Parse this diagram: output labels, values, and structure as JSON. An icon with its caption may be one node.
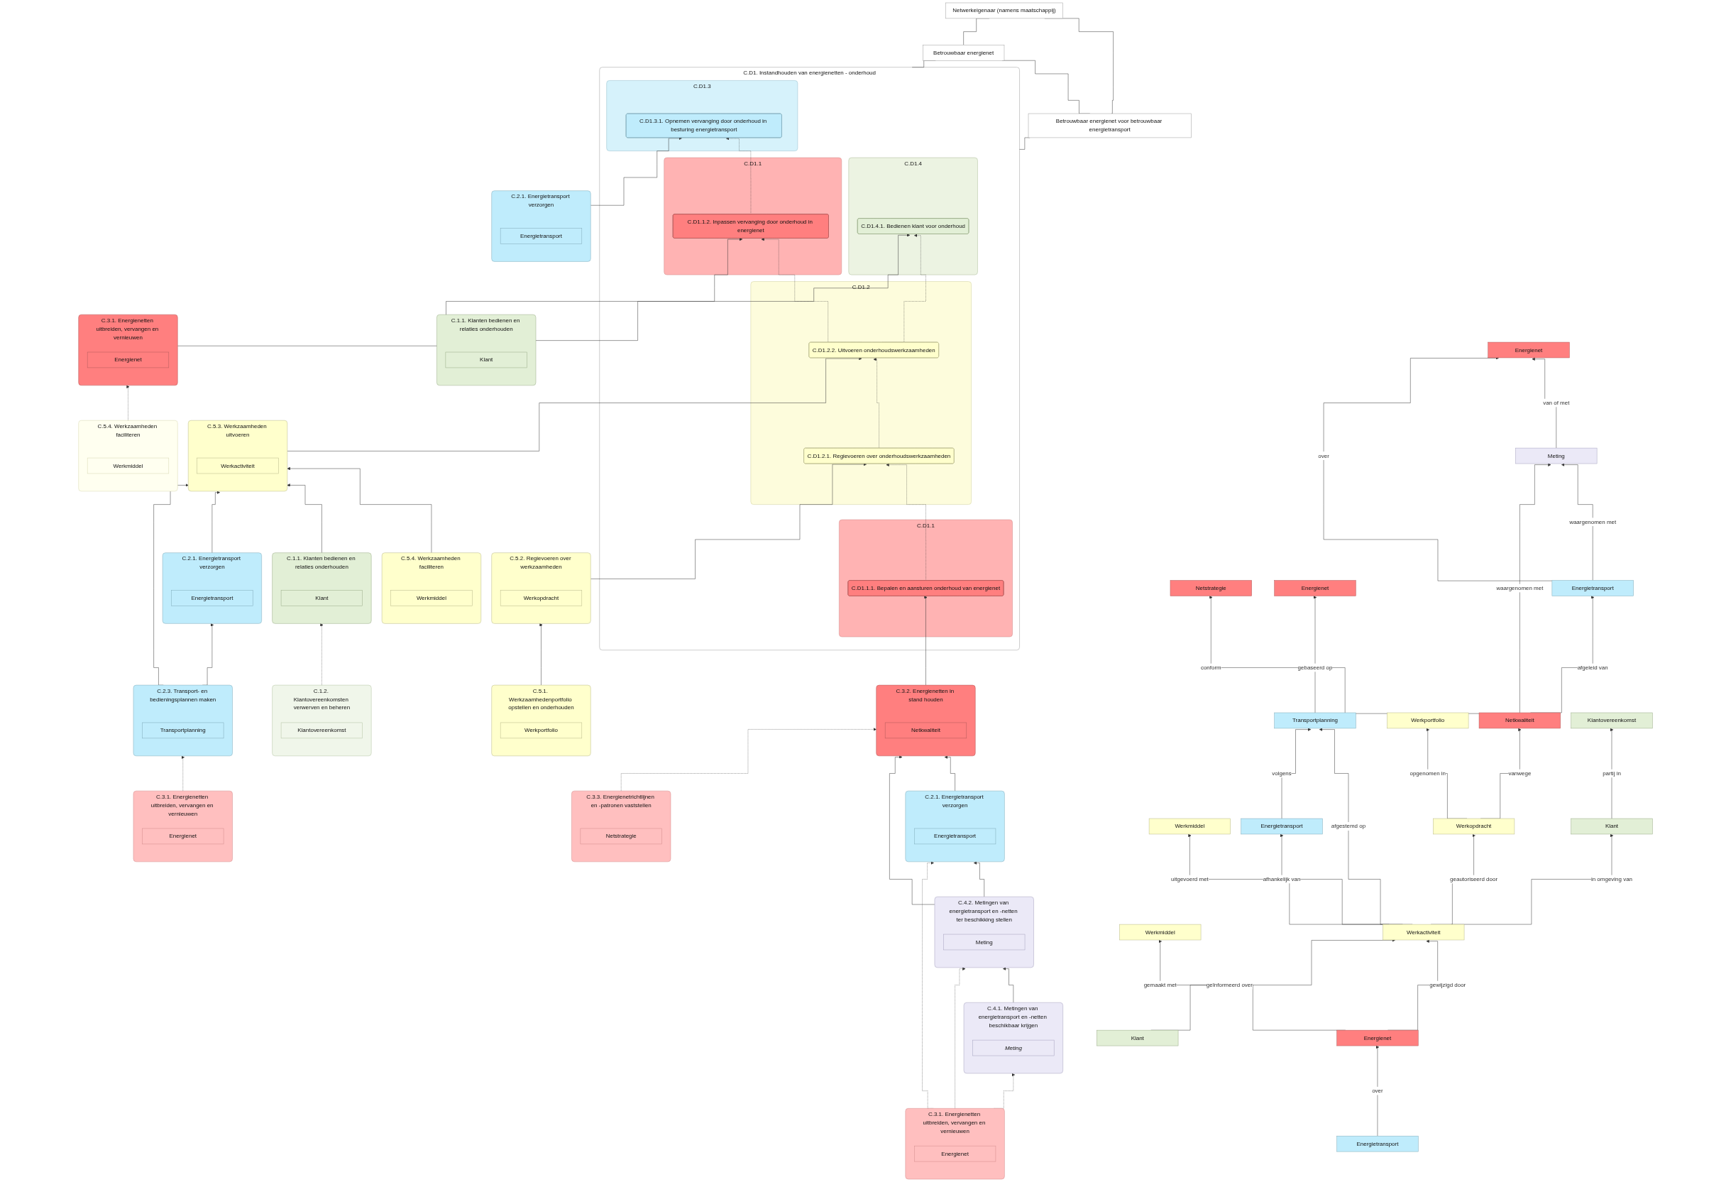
{
  "diagram": {
    "nodes": [
      {
        "text": [
          "C.D1. Instandhouden van energienetten - onderhoud"
        ]
      },
      {
        "text": [
          "C.D1.1"
        ],
        "in": 0
      },
      {
        "text": [
          "C.D1.1.1. Bepalen en aansturen onderhoud van energienet"
        ],
        "in": 1
      },
      {
        "text": [
          "C.D1.2"
        ],
        "in": 0
      },
      {
        "text": [
          "C.D1.2.1. Regievoeren over onderhoudswerkzaamheden"
        ],
        "in": 3
      },
      {
        "text": [
          "C.D1.2.2. Uitvoeren onderhoudswerkzaamheden"
        ],
        "in": 3
      },
      {
        "text": [
          "C.D1.1"
        ],
        "in": 0
      },
      {
        "text": [
          "C.D1.1.2. Inpassen vervanging door onderhoud in energienet"
        ],
        "in": 6
      },
      {
        "text": [
          "C.D1.3"
        ],
        "in": 0
      },
      {
        "text": [
          "C.D1.3.1. Opnemen vervanging door onderhoud in besturing energietransport"
        ],
        "in": 8
      },
      {
        "text": [
          "C.D1.4"
        ],
        "in": 0
      },
      {
        "text": [
          "C.D1.4.1. Bedienen klant voor onderhoud"
        ],
        "in": 10
      },
      {
        "text": [
          "Betrouwbaar energienet voor betrouwbaar energietransport"
        ]
      },
      {
        "text": [
          "Betrouwbaar energienet"
        ]
      },
      {
        "text": [
          "Netwerkeigenaar (namens maatschappij)"
        ]
      },
      {
        "text": [
          "C.3.2. Energienetten in stand houden"
        ]
      },
      {
        "text": [
          "Netkwaliteit"
        ],
        "in": 15
      },
      {
        "text": [
          "C.2.1. Energietransport verzorgen"
        ]
      },
      {
        "text": [
          "Energietransport"
        ],
        "in": 17
      },
      {
        "text": [
          "C.4.2. Metingen van energietransport en -netten ter beschikking stellen"
        ]
      },
      {
        "text": [
          "Meting"
        ],
        "in": 19
      },
      {
        "text": [
          "C.4.1. Metingen van energietransport en -netten beschikbaar krijgen"
        ]
      },
      {
        "text": [
          "Meting"
        ],
        "in": 21
      },
      {
        "text": [
          "C.3.1. Energienetten uitbreiden, vervangen en vernieuwen"
        ]
      },
      {
        "text": [
          "Energienet"
        ],
        "in": 23
      },
      {
        "text": [
          "C.3.3. Energienetrichtlijnen en -patronen vaststellen"
        ]
      },
      {
        "text": [
          "Netstrategie"
        ],
        "in": 25
      },
      {
        "text": [
          "C.5.2. Regievoeren over werkzaamheden"
        ]
      },
      {
        "text": [
          "Werkopdracht"
        ],
        "in": 27
      },
      {
        "text": [
          "C.5.1. Werkzaamhedenportfolio opstellen en onderhouden"
        ]
      },
      {
        "text": [
          "Werkportfolio"
        ],
        "in": 29
      },
      {
        "text": [
          "C.5.3. Werkzaamheden uitvoeren"
        ]
      },
      {
        "text": [
          "Werkactiviteit"
        ],
        "in": 31
      },
      {
        "text": [
          "C.5.4. Werkzaamheden faciliteren"
        ]
      },
      {
        "text": [
          "Werkmiddel"
        ],
        "in": 33
      },
      {
        "text": [
          "C.1.1. Klanten bedienen en relaties onderhouden"
        ]
      },
      {
        "text": [
          "Klant"
        ],
        "in": 35
      },
      {
        "text": [
          "C.2.1. Energietransport verzorgen"
        ]
      },
      {
        "text": [
          "Energietransport"
        ],
        "in": 37
      },
      {
        "text": [
          "C.2.3. Transport- en bedieningsplannen maken"
        ]
      },
      {
        "text": [
          "Transportplanning"
        ],
        "in": 39
      },
      {
        "text": [
          "C.1.2. Klantovereenkomsten verwerven en beheren"
        ]
      },
      {
        "text": [
          "Klantovereenkomst"
        ],
        "in": 41
      },
      {
        "text": [
          "C.3.1. Energienetten uitbreiden, vervangen en vernieuwen"
        ]
      },
      {
        "text": [
          "Energienet"
        ],
        "in": 43
      },
      {
        "text": [
          "C.3.1. Energienetten uitbreiden, vervangen en vernieuwen"
        ]
      },
      {
        "text": [
          "Energienet"
        ],
        "in": 45
      },
      {
        "text": [
          "C.5.4. Werkzaamheden faciliteren"
        ]
      },
      {
        "text": [
          "Werkmiddel"
        ],
        "in": 47
      },
      {
        "text": [
          "C.2.1. Energietransport verzorgen"
        ]
      },
      {
        "text": [
          "Energietransport"
        ],
        "in": 49
      },
      {
        "text": [
          "C.1.1. Klanten bedienen en relaties onderhouden"
        ]
      },
      {
        "text": [
          "Klant"
        ],
        "in": 51
      },
      {
        "text": [
          "Netkwaliteit"
        ]
      },
      {
        "text": [
          "Werkopdracht"
        ]
      },
      {
        "text": [
          "Werkactiviteit"
        ]
      },
      {
        "text": [
          "Energienet"
        ]
      },
      {
        "text": [
          "Energietransport"
        ]
      },
      {
        "text": [
          "Klant"
        ]
      },
      {
        "text": [
          "Energietransport"
        ]
      },
      {
        "text": [
          "Werkportfolio"
        ]
      },
      {
        "text": [
          "Werkmiddel"
        ]
      },
      {
        "text": [
          "Werkmiddel"
        ]
      },
      {
        "text": [
          "Klant"
        ]
      },
      {
        "text": [
          "Meting"
        ]
      },
      {
        "text": [
          "Energietransport"
        ]
      },
      {
        "text": [
          "Energienet"
        ]
      },
      {
        "text": [
          "Transportplanning"
        ]
      },
      {
        "text": [
          "Netstrategie"
        ]
      },
      {
        "text": [
          "Klantovereenkomst"
        ]
      },
      {
        "text": [
          "Energienet"
        ]
      }
    ],
    "edges": [
      {
        "from": 2,
        "to": 4,
        "arrow": "to",
        "style": "dashed"
      },
      {
        "from": 4,
        "to": 5,
        "arrow": "to",
        "style": "dashed"
      },
      {
        "from": 5,
        "to": 7,
        "arrow": "to",
        "style": "dashed"
      },
      {
        "from": 7,
        "to": 9,
        "arrow": "to",
        "style": "dashed"
      },
      {
        "from": 5,
        "to": 11,
        "arrow": "to",
        "style": "dashed"
      },
      {
        "from": 0,
        "to": 12,
        "arrow": "none"
      },
      {
        "from": 0,
        "to": 13,
        "arrow": "none"
      },
      {
        "from": 12,
        "to": 13,
        "arrow": "none"
      },
      {
        "from": 12,
        "to": 14,
        "arrow": "none"
      },
      {
        "from": 13,
        "to": 14,
        "arrow": "none"
      },
      {
        "from": 15,
        "to": 2,
        "arrow": "to"
      },
      {
        "from": 27,
        "to": 4,
        "arrow": "to"
      },
      {
        "from": 31,
        "to": 5,
        "arrow": "to"
      },
      {
        "from": 45,
        "to": 7,
        "arrow": "to"
      },
      {
        "from": 49,
        "to": 9,
        "arrow": "to"
      },
      {
        "from": 51,
        "to": 11,
        "arrow": "to"
      },
      {
        "from": 17,
        "to": 15,
        "arrow": "to"
      },
      {
        "from": 19,
        "to": 15,
        "arrow": "to"
      },
      {
        "from": 25,
        "to": 15,
        "arrow": "to",
        "style": "dashed"
      },
      {
        "from": 19,
        "to": 17,
        "arrow": "to"
      },
      {
        "from": 21,
        "to": 19,
        "arrow": "to"
      },
      {
        "from": 23,
        "to": 17,
        "arrow": "to",
        "style": "dashed"
      },
      {
        "from": 23,
        "to": 19,
        "arrow": "to",
        "style": "dashed"
      },
      {
        "from": 23,
        "to": 21,
        "arrow": "to",
        "style": "dashed"
      },
      {
        "from": 29,
        "to": 27,
        "arrow": "to"
      },
      {
        "from": 33,
        "to": 31,
        "arrow": "to"
      },
      {
        "from": 35,
        "to": 31,
        "arrow": "to"
      },
      {
        "from": 37,
        "to": 31,
        "arrow": "to"
      },
      {
        "from": 39,
        "to": 31,
        "arrow": "to"
      },
      {
        "from": 39,
        "to": 37,
        "arrow": "to"
      },
      {
        "from": 41,
        "to": 35,
        "arrow": "to",
        "style": "dashed"
      },
      {
        "from": 43,
        "to": 39,
        "arrow": "to",
        "style": "dashed"
      },
      {
        "from": 47,
        "to": 45,
        "arrow": "to",
        "style": "dashed"
      },
      {
        "from": 54,
        "to": 53,
        "arrow": "to",
        "label": "vanwege"
      },
      {
        "from": 55,
        "to": 54,
        "arrow": "to",
        "label": "geautoriseerd door"
      },
      {
        "from": 56,
        "to": 55,
        "arrow": "to",
        "label": "gewijzigd door"
      },
      {
        "from": 57,
        "to": 56,
        "arrow": "to",
        "label": "over"
      },
      {
        "from": 58,
        "to": 55,
        "arrow": "to",
        "label": "geïnformeerd over"
      },
      {
        "from": 53,
        "to": 59,
        "arrow": "to",
        "label": "afgeleid van"
      },
      {
        "from": 54,
        "to": 60,
        "arrow": "to",
        "label": "opgenomen in"
      },
      {
        "from": 55,
        "to": 61,
        "arrow": "to",
        "label": "uitgevoerd met"
      },
      {
        "from": 56,
        "to": 62,
        "arrow": "to",
        "label": "gemaakt met"
      },
      {
        "from": 59,
        "to": 64,
        "arrow": "to",
        "label": "waargenomen met"
      },
      {
        "from": 53,
        "to": 64,
        "arrow": "to",
        "label": "waargenomen met"
      },
      {
        "from": 53,
        "to": 68,
        "arrow": "to",
        "label": "conform"
      },
      {
        "from": 64,
        "to": 66,
        "arrow": "to",
        "label": "van of met"
      },
      {
        "from": 59,
        "to": 66,
        "arrow": "to",
        "label": "over"
      },
      {
        "from": 55,
        "to": 63,
        "arrow": "to",
        "label": "in omgeving van"
      },
      {
        "from": 55,
        "to": 65,
        "arrow": "to",
        "label": "afhankelijk van"
      },
      {
        "from": 55,
        "to": 67,
        "arrow": "to",
        "label": "afgestemd op"
      },
      {
        "from": 65,
        "to": 67,
        "arrow": "to",
        "label": "volgens"
      },
      {
        "from": 67,
        "to": 70,
        "arrow": "to",
        "label": "gebaseerd op"
      },
      {
        "from": 63,
        "to": 69,
        "arrow": "to",
        "label": "partij in"
      }
    ]
  }
}
